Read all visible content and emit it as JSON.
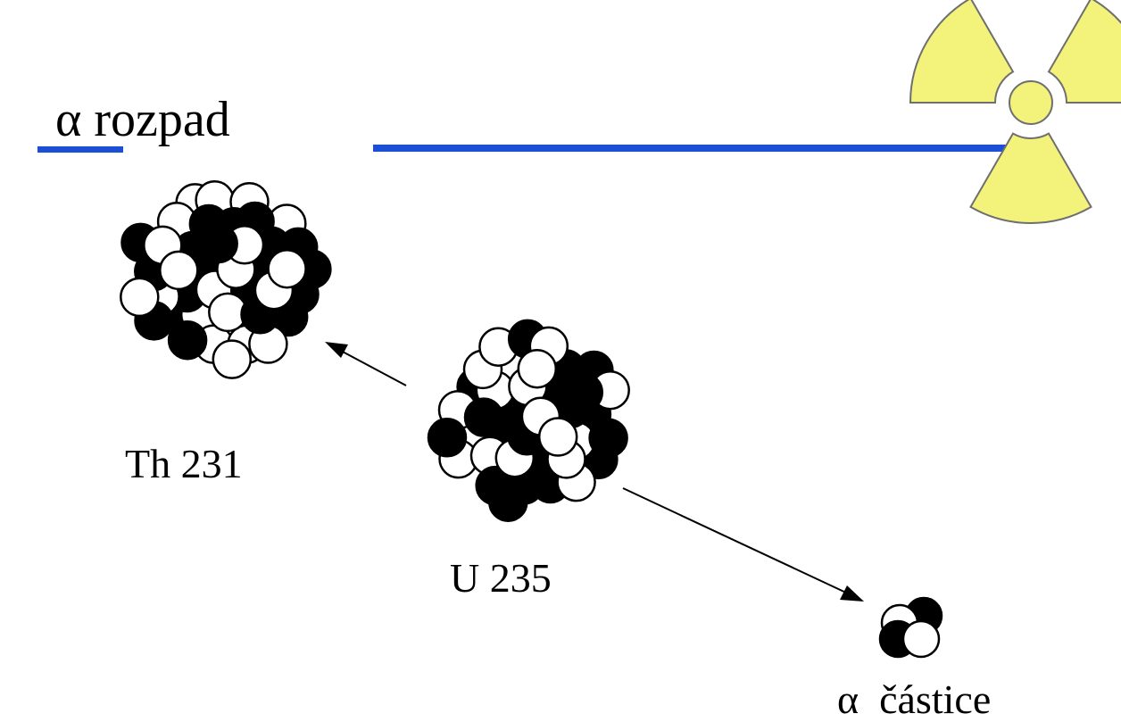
{
  "title": "α rozpad",
  "labels": {
    "thorium": "Th 231",
    "uranium": "U 235",
    "alpha": "α  částice"
  },
  "icons": {
    "radiation": "radiation-trefoil-icon"
  },
  "colors": {
    "rule": "#1a4fd6",
    "trefoil_fill": "#f3f27a",
    "trefoil_stroke": "#6f6f6f",
    "proton": "#000000",
    "neutron": "#ffffff"
  }
}
